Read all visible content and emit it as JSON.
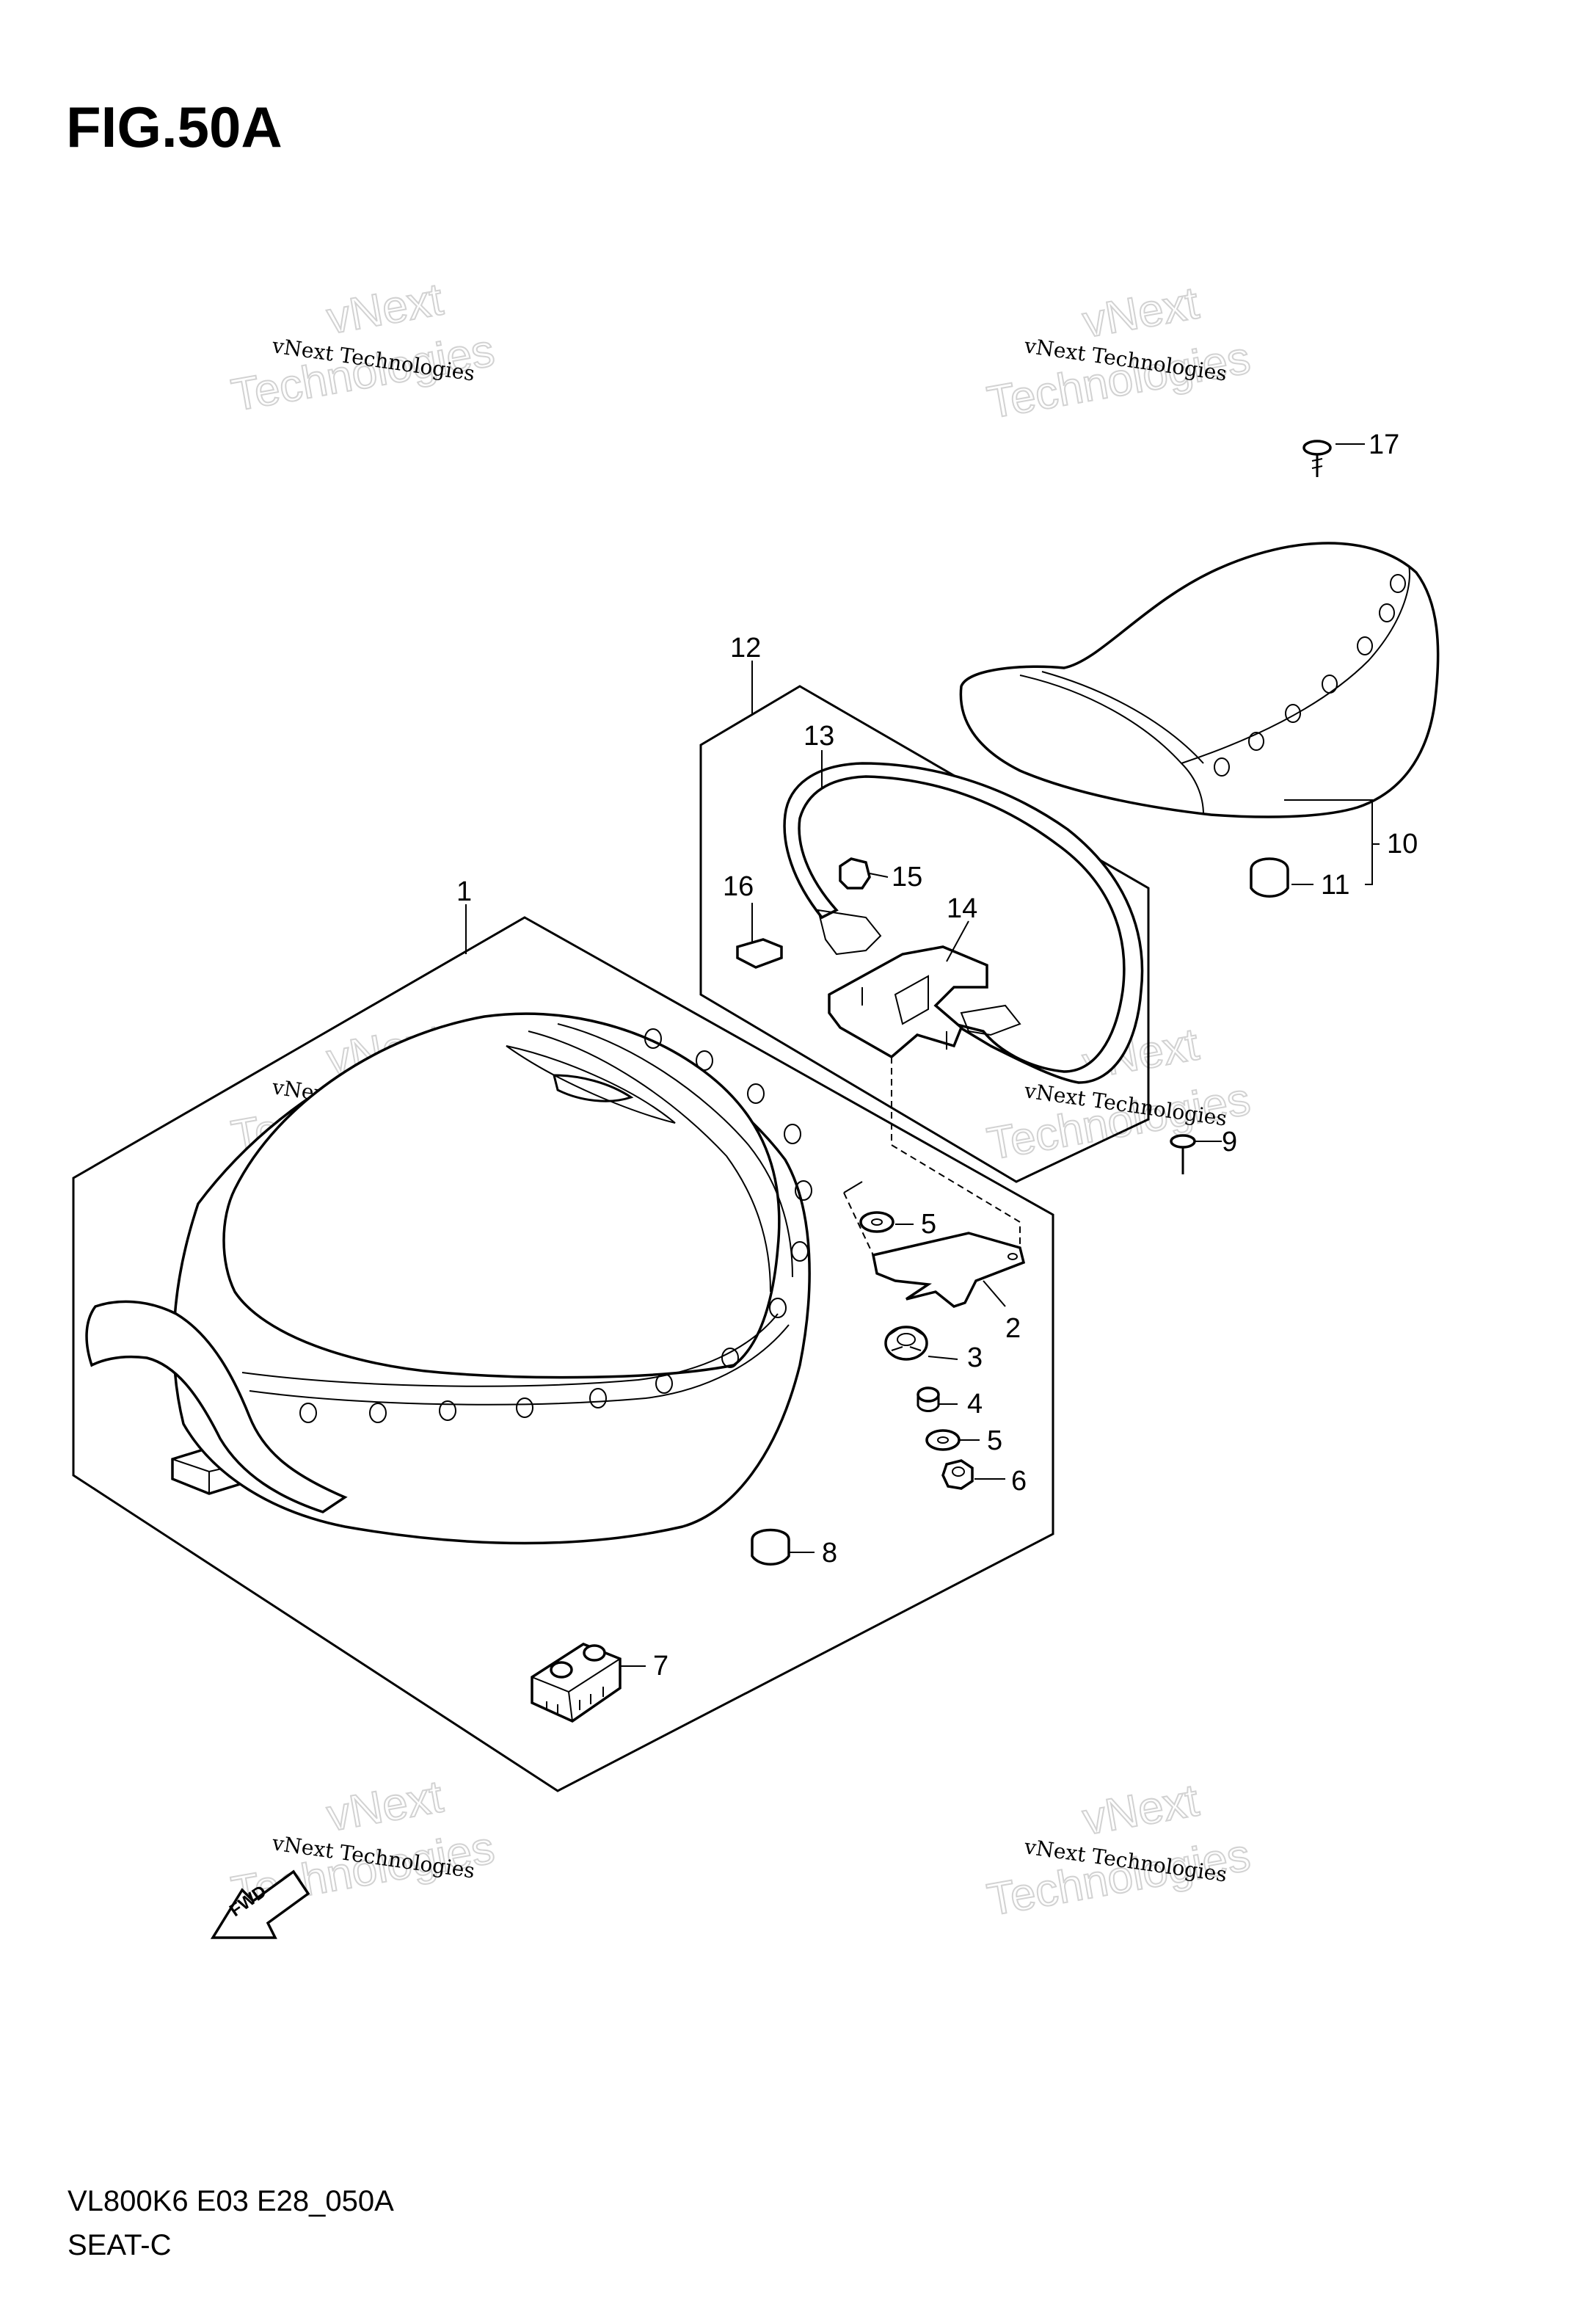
{
  "figure": {
    "title": "FIG.50A",
    "model_code": "VL800K6 E03 E28_050A",
    "name": "SEAT-C"
  },
  "watermark": {
    "line1": "vNext Technologies",
    "line2": "Technologies",
    "line3": "vNext"
  },
  "fwd_label": "FWD",
  "callouts": {
    "p1": "1",
    "p2": "2",
    "p3": "3",
    "p4": "4",
    "p5a": "5",
    "p5b": "5",
    "p6": "6",
    "p7": "7",
    "p8": "8",
    "p9": "9",
    "p10": "10",
    "p11": "11",
    "p12": "12",
    "p13": "13",
    "p14": "14",
    "p15": "15",
    "p16": "16",
    "p17": "17"
  }
}
